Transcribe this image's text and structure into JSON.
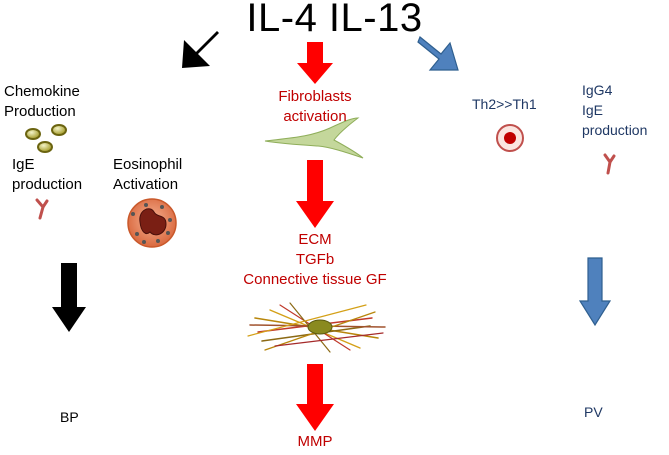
{
  "title": "IL-4 IL-13",
  "left": {
    "chemokine": [
      "Chemokine",
      "Production"
    ],
    "ige": [
      "IgE",
      "production"
    ],
    "eosinophil": [
      "Eosinophil",
      "Activation"
    ],
    "outcome": "BP"
  },
  "center": {
    "fibroblasts": [
      "Fibroblasts",
      "activation"
    ],
    "factors": [
      "ECM",
      "TGFb",
      "Connective tissue GF"
    ],
    "outcome": "MMP"
  },
  "right": {
    "th": "Th2>>Th1",
    "antibodies": [
      "IgG4",
      "IgE",
      "production"
    ],
    "outcome": "PV"
  },
  "colors": {
    "left_arrow": "#000000",
    "center_arrow": "#ff0000",
    "right_arrow": "#4f81bd",
    "center_text": "#c00000",
    "right_text": "#1f3864"
  }
}
